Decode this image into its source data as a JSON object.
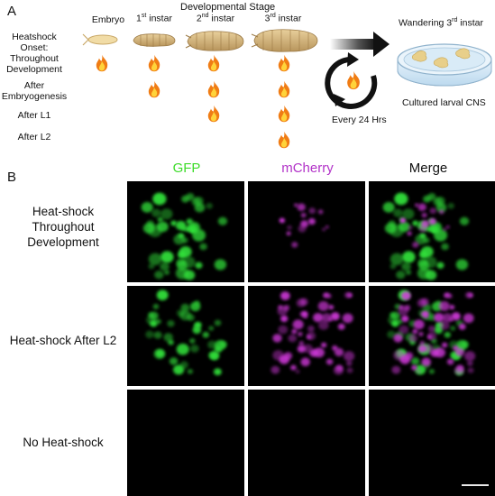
{
  "panel_a": {
    "letter": "A",
    "header": "Developmental Stage",
    "heatshock_onset_label": "Heatshock\nOnset:",
    "stages": [
      {
        "label": "Embryo",
        "sup": ""
      },
      {
        "label": "1",
        "sup": "st",
        "suffix": " instar"
      },
      {
        "label": "2",
        "sup": "nd",
        "suffix": " instar"
      },
      {
        "label": "3",
        "sup": "rd",
        "suffix": " instar"
      }
    ],
    "rows": [
      {
        "label": "Throughout\nDevelopment",
        "flames": [
          true,
          true,
          true,
          true
        ]
      },
      {
        "label": "After\nEmbryogenesis",
        "flames": [
          false,
          true,
          true,
          true
        ]
      },
      {
        "label": "After L1",
        "flames": [
          false,
          false,
          true,
          true
        ]
      },
      {
        "label": "After L2",
        "flames": [
          false,
          false,
          false,
          true
        ]
      }
    ],
    "wandering_label_pre": "Wandering 3",
    "wandering_sup": "rd",
    "wandering_label_post": " instar",
    "cultured_label": "Cultured larval CNS",
    "every_label": "Every 24 Hrs"
  },
  "panel_b": {
    "letter": "B",
    "columns": [
      "GFP",
      "mCherry",
      "Merge"
    ],
    "column_colors": [
      "#3ddc2a",
      "#b233c8",
      "#111111"
    ],
    "rows": [
      {
        "label": "Heat-shock\nThroughout\nDevelopment"
      },
      {
        "label": "Heat-shock After L2"
      },
      {
        "label": "No Heat-shock"
      }
    ]
  }
}
